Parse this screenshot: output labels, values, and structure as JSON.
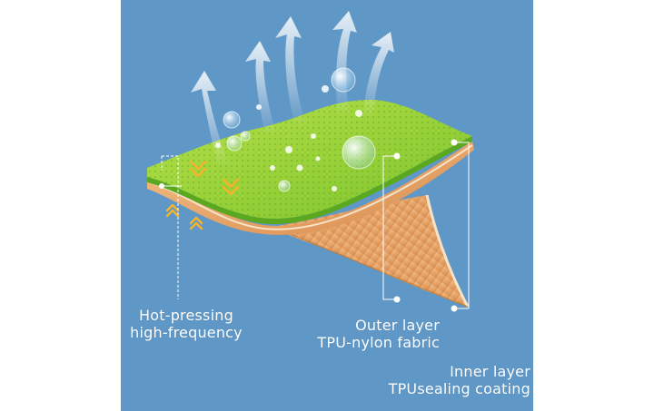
{
  "colors": {
    "background": "#5f97c6",
    "green_top": "#9ad23a",
    "green_edge": "#5aa820",
    "orange_inner": "#e8a46a",
    "chevron": "#f6b32b"
  },
  "labels": {
    "hot_pressing_line1": "Hot-pressing",
    "hot_pressing_line2": "high-frequency",
    "outer_line1": "Outer layer",
    "outer_line2": "TPU-nylon fabric",
    "inner_line1": "Inner layer",
    "inner_line2": "TPUsealing coating"
  },
  "icons": [
    "vapor-arrow-icon",
    "water-bubble-icon",
    "heat-chevron-icon"
  ]
}
